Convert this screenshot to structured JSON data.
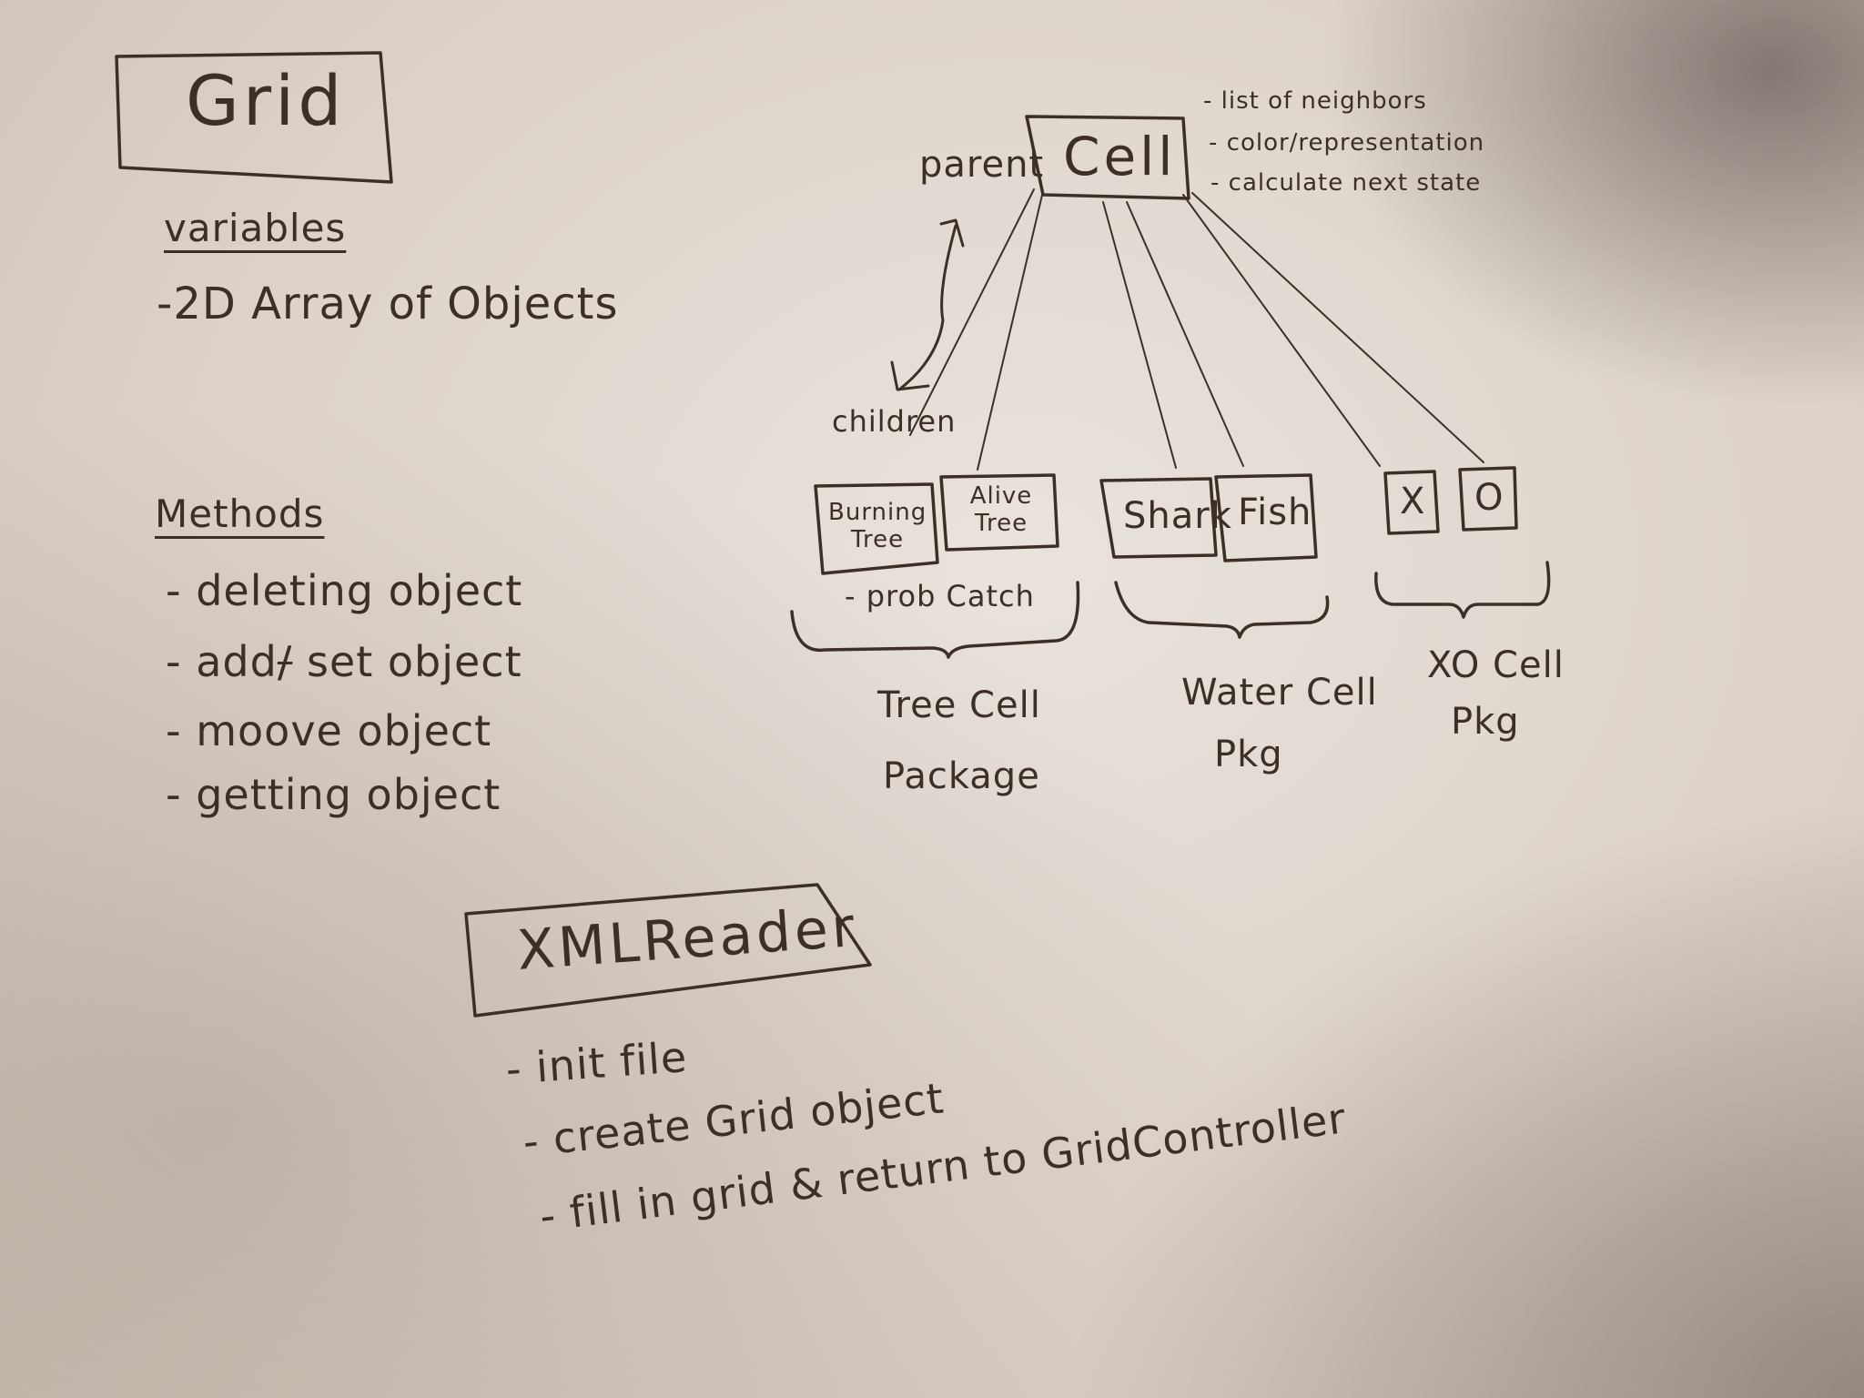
{
  "grid": {
    "title": "Grid",
    "variables_heading": "variables",
    "variables": [
      "-2D Array of Objects"
    ],
    "methods_heading": "Methods",
    "methods": [
      "- deleting object",
      "- moove object",
      "- getting object"
    ],
    "add_set": {
      "prefix": "- add",
      "struck": "/",
      "rest": "set object"
    }
  },
  "cell": {
    "title": "Cell",
    "parent_label": "parent",
    "children_label": "children",
    "notes": [
      "- list of neighbors",
      "- color/representation",
      "- calculate next state"
    ]
  },
  "children": {
    "burning_tree": "Burning Tree",
    "alive_tree": "Alive Tree",
    "shark": "Shark",
    "fish": "Fish",
    "x": "X",
    "o": "O",
    "prob_catch": "- prob Catch"
  },
  "packages": {
    "tree": [
      "Tree Cell",
      "Package"
    ],
    "water": [
      "Water Cell",
      "Pkg"
    ],
    "xo": [
      "XO Cell",
      "Pkg"
    ]
  },
  "xml_reader": {
    "title": "XMLReader",
    "items": [
      "- init file",
      "- create Grid object",
      "- fill in grid & return to GridController"
    ]
  }
}
